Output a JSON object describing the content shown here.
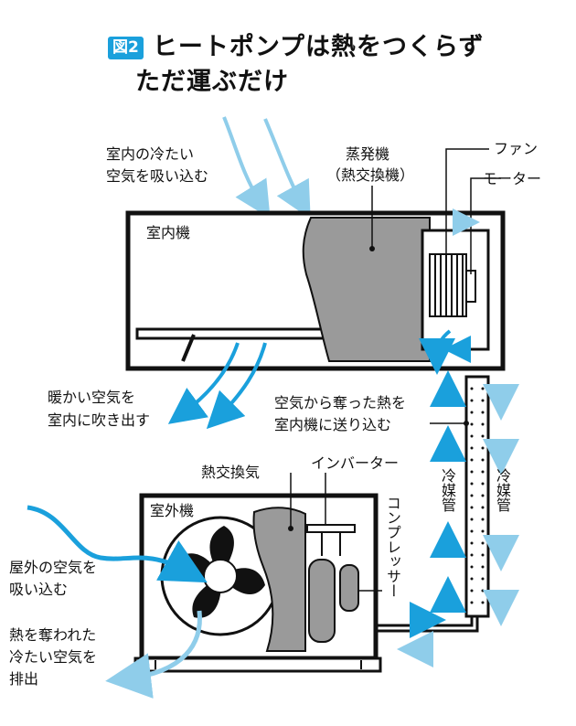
{
  "figure": {
    "badge": "図2",
    "title_line1": "ヒートポンプは熱をつくらず",
    "title_line2": "ただ運ぶだけ"
  },
  "labels": {
    "indoor_intake_1": "室内の冷たい",
    "indoor_intake_2": "空気を吸い込む",
    "evaporator_1": "蒸発機",
    "evaporator_2": "（熱交換機）",
    "fan": "ファン",
    "motor": "モーター",
    "indoor_unit": "室内機",
    "warm_out_1": "暖かい空気を",
    "warm_out_2": "室内に吹き出す",
    "heat_send_1": "空気から奪った熱を",
    "heat_send_2": "室内機に送り込む",
    "refrigerant_pipe_left": "冷媒管",
    "refrigerant_pipe_right": "冷媒管",
    "heat_exchanger_outdoor": "熱交換気",
    "inverter": "インバーター",
    "outdoor_unit": "室外機",
    "compressor": "コンプレッサー",
    "outdoor_intake_1": "屋外の空気を",
    "outdoor_intake_2": "吸い込む",
    "exhaust_1": "熱を奪われた",
    "exhaust_2": "冷たい空気を",
    "exhaust_3": "排出"
  },
  "colors": {
    "accent_blue": "#1aa0dc",
    "light_blue": "#8fcdea",
    "gray_fill": "#9a9a9a",
    "outline": "#111111"
  }
}
